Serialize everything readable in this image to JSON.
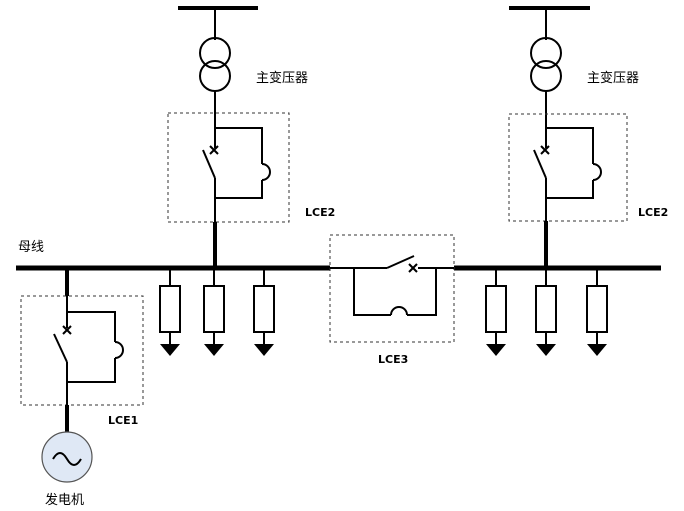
{
  "labels": {
    "transformer_left": "主变压器",
    "transformer_right": "主变压器",
    "busbar": "母线",
    "generator": "发电机",
    "lce1": "LCE1",
    "lce2_left": "LCE2",
    "lce2_right": "LCE2",
    "lce3": "LCE3"
  }
}
